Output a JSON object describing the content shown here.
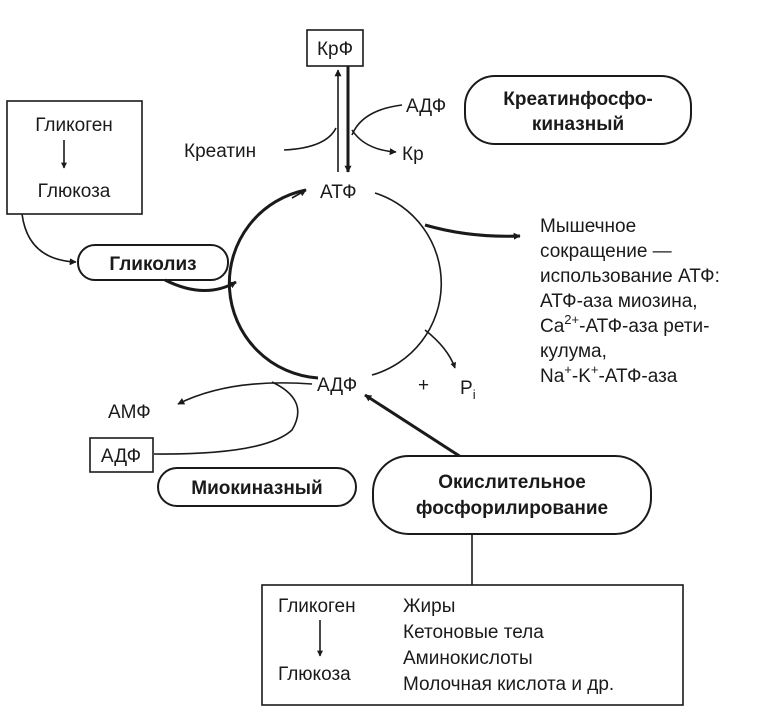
{
  "nodes": {
    "krf": "КрФ",
    "adf_top": "АДФ",
    "kreatin": "Креатин",
    "kr": "Кр",
    "atf": "АТФ",
    "adf_center": "АДФ",
    "plus": "+",
    "p": "P",
    "p_sub": "i",
    "amf": "АМФ",
    "adf_box": "АДФ"
  },
  "glycogen_box": {
    "glycogen": "Гликоген",
    "glucose": "Глюкоза"
  },
  "pills": {
    "creatine_line1": "Креатинфосфо-",
    "creatine_line2": "киназный",
    "glycolysis": "Гликолиз",
    "myokinase": "Миокиназный",
    "oxidative_line1": "Окислительное",
    "oxidative_line2": "фосфорилирование"
  },
  "muscle": {
    "line1": "Мышечное",
    "line2": "сокращение —",
    "line3": "использование АТФ:",
    "line4": "АТФ-аза миозина,",
    "line5_a": "Ca",
    "line5_sup": "2+",
    "line5_b": "-АТФ-аза рети-",
    "line6": "кулума,",
    "line7_a": "Na",
    "line7_sup1": "+",
    "line7_mid": "-K",
    "line7_sup2": "+",
    "line7_b": "-АТФ-аза"
  },
  "substrates": {
    "glycogen": "Гликоген",
    "glucose": "Глюкоза",
    "items": [
      "Жиры",
      "Кетоновые тела",
      "Аминокислоты",
      "Молочная кислота и др."
    ]
  }
}
